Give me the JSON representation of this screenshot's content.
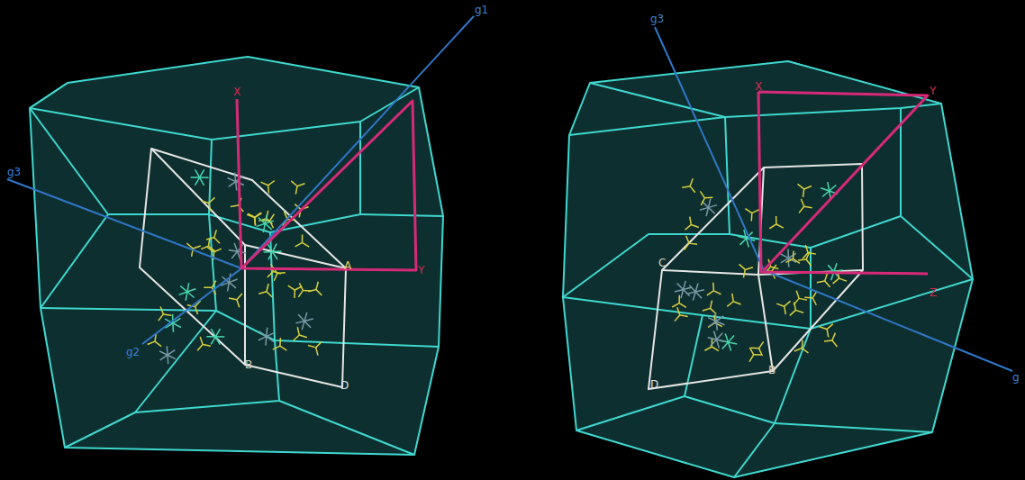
{
  "diagram": {
    "labels": [
      "X",
      "g1",
      "g3",
      "Y",
      "A",
      "g2",
      "B",
      "D",
      "g3",
      "X",
      "Y",
      "Z",
      "C",
      "D",
      "B",
      "g"
    ]
  }
}
